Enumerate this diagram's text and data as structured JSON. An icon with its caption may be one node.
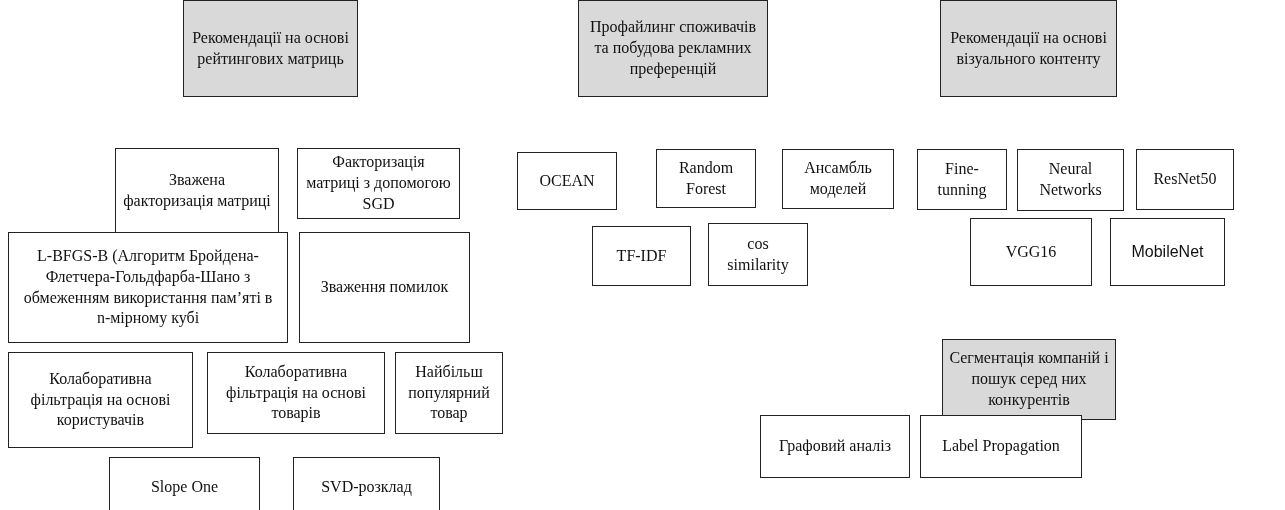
{
  "diagram": {
    "nodes": [
      {
        "text": [
          "Рекомендації на основі рейтингових матриць"
        ]
      },
      {
        "text": [
          "Профайлинг споживачів та побудова рекламних преференцій"
        ]
      },
      {
        "text": [
          "Рекомендації на основі візуального контенту"
        ]
      },
      {
        "text": [
          "Зважена факторизація матриці"
        ]
      },
      {
        "text": [
          "Факторизація матриці з допомогою SGD"
        ]
      },
      {
        "text": [
          "OCEAN"
        ]
      },
      {
        "text": [
          "Random Forest"
        ]
      },
      {
        "text": [
          "Ансамбль моделей"
        ]
      },
      {
        "text": [
          "Fine-tunning"
        ]
      },
      {
        "text": [
          "Neural Networks"
        ]
      },
      {
        "text": [
          "ResNet50"
        ]
      },
      {
        "text": [
          "TF-IDF"
        ]
      },
      {
        "text": [
          "cos similarity"
        ]
      },
      {
        "text": [
          "VGG16"
        ]
      },
      {
        "text": [
          "MobileNet"
        ]
      },
      {
        "text": [
          "L-BFGS-B (Алгоритм Бройдена-Флетчера-Гольдфарба-Шано з обмеженням використання пам’яті в n-мірному кубі"
        ]
      },
      {
        "text": [
          "Зваження помилок"
        ]
      },
      {
        "text": [
          "Сегментація компаній і пошук серед них конкурентів"
        ]
      },
      {
        "text": [
          "Колаборативна фільтрація на основі користувачів"
        ]
      },
      {
        "text": [
          "Колаборативна фільтрація на основі товарів"
        ]
      },
      {
        "text": [
          "Найбільш популярний товар"
        ]
      },
      {
        "text": [
          "Графовий аналіз"
        ]
      },
      {
        "text": [
          "Label Propagation"
        ]
      },
      {
        "text": [
          "Slope One"
        ]
      },
      {
        "text": [
          "SVD-розклад"
        ]
      }
    ],
    "edges": []
  }
}
